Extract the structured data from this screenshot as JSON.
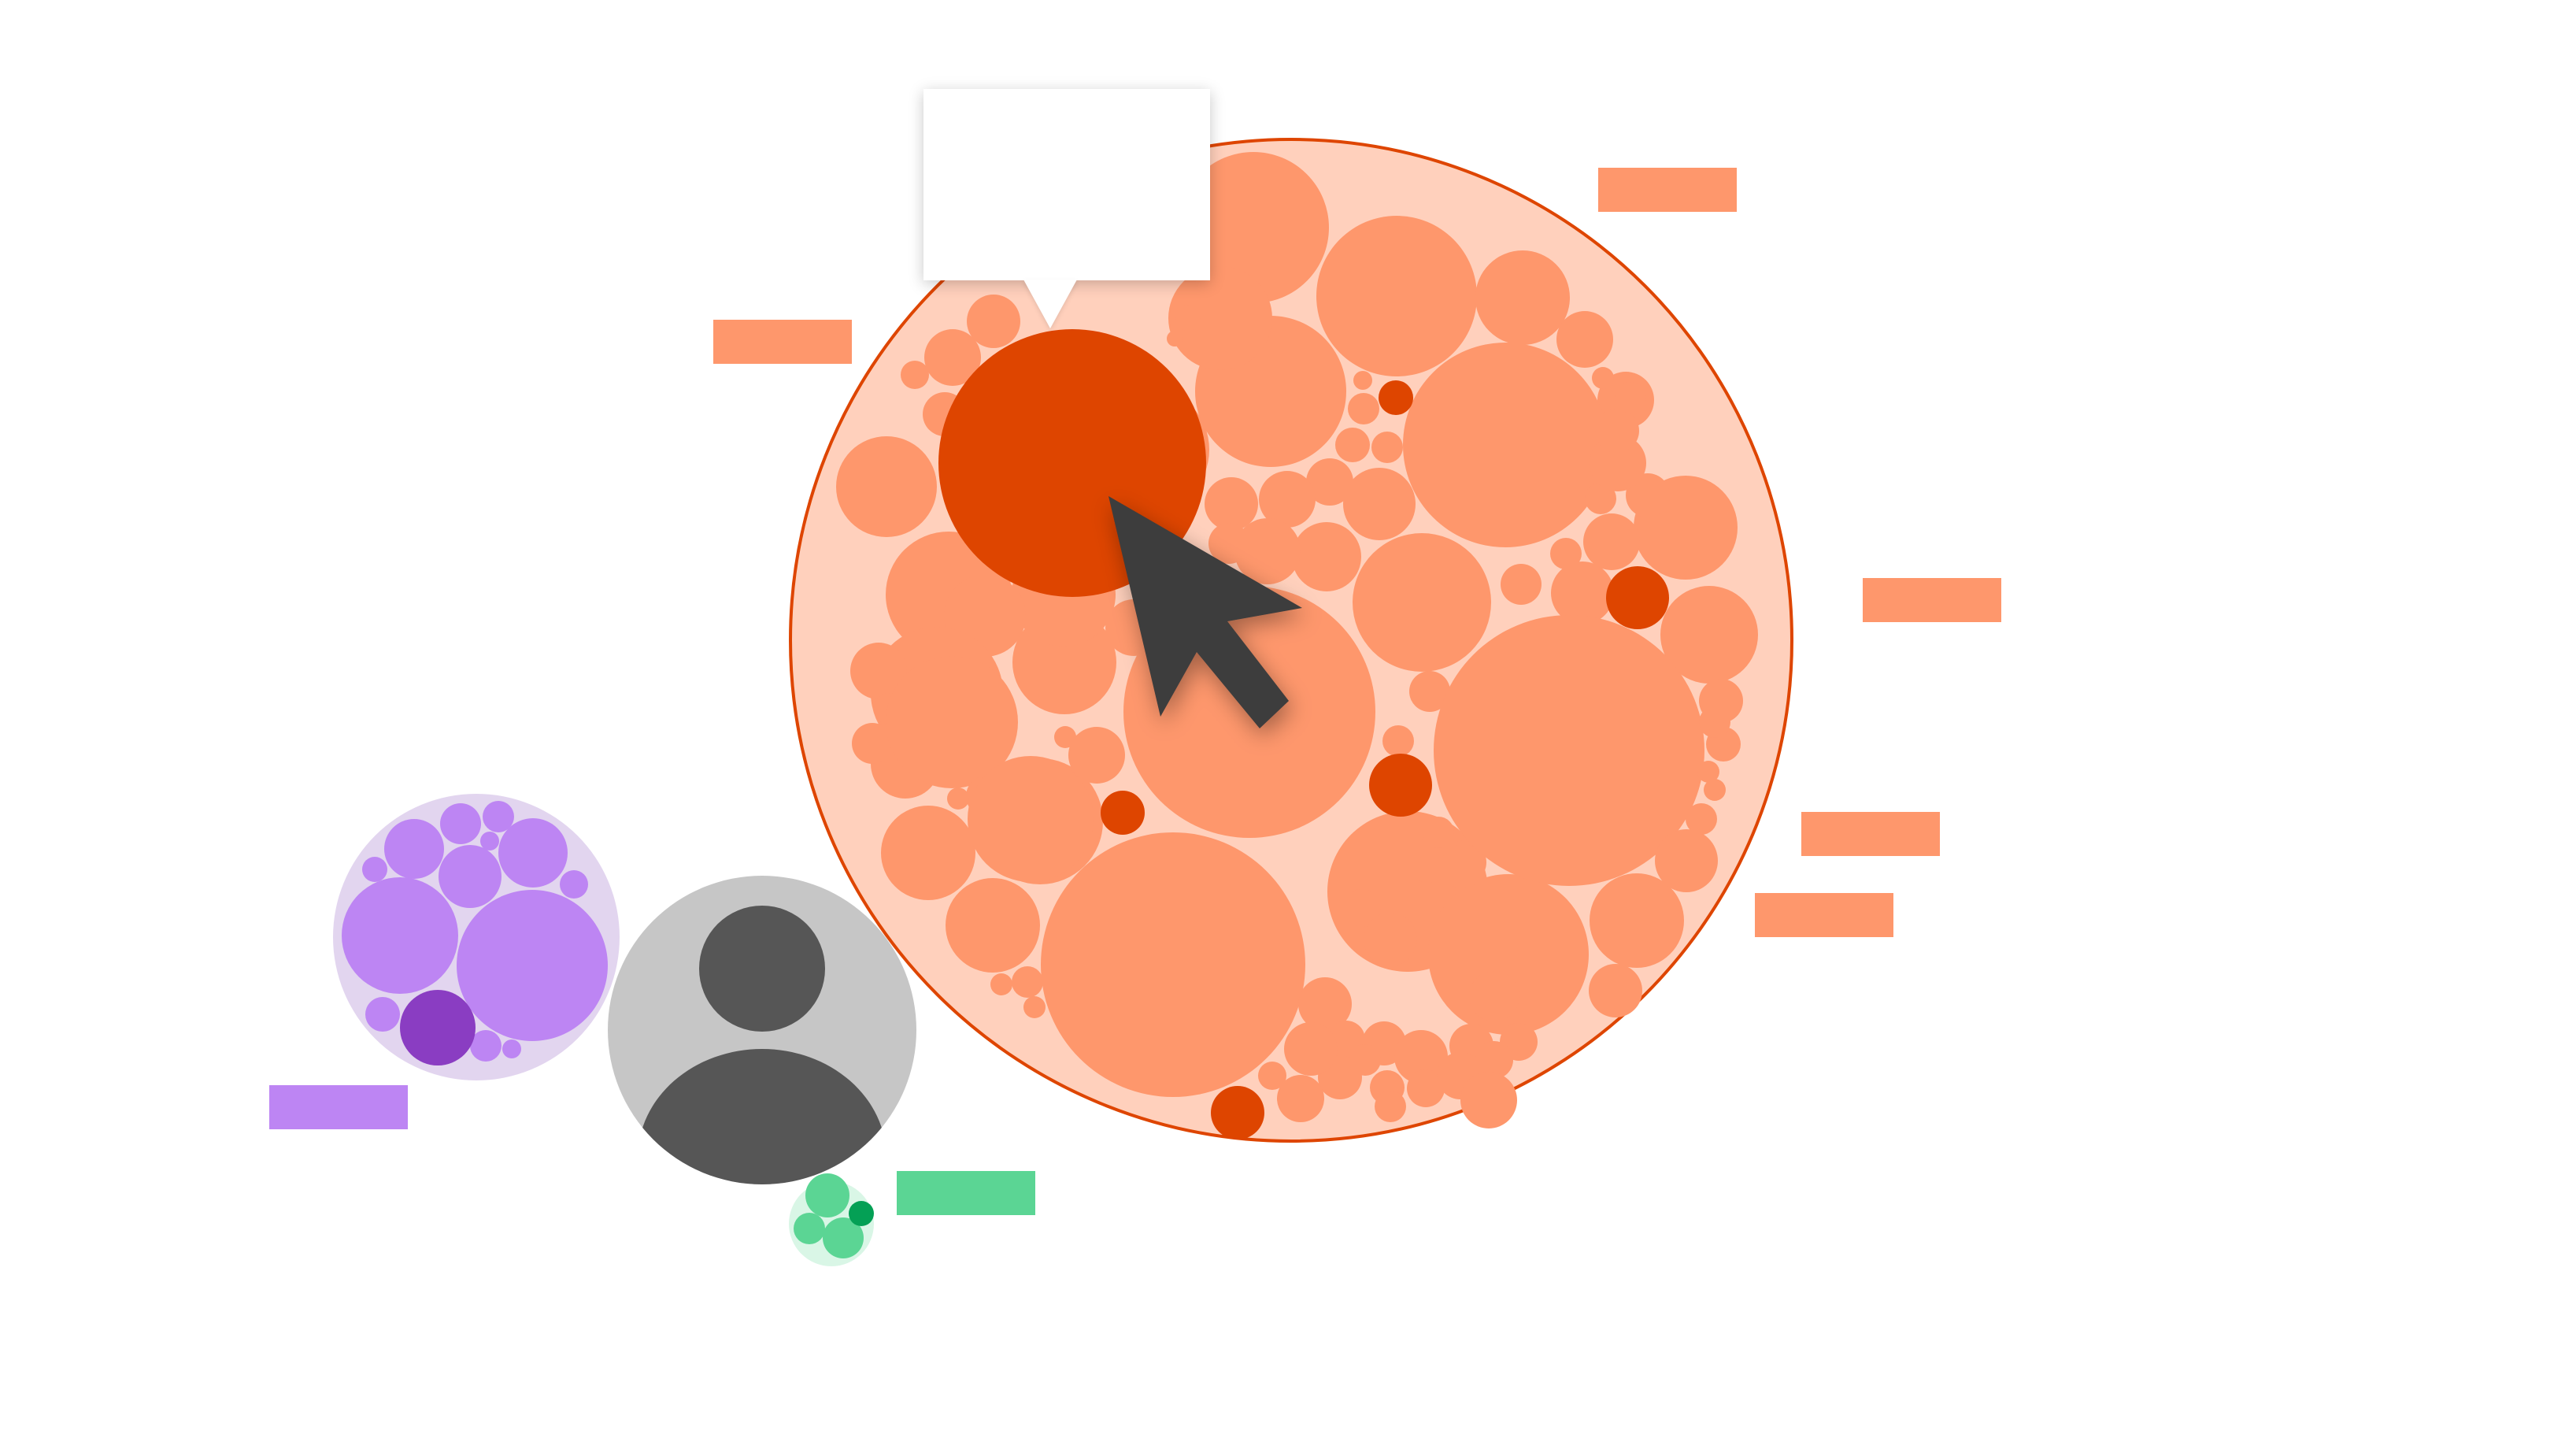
{
  "chart_data": {
    "type": "circle-packing",
    "colors": {
      "orange_group_fill": "#ffd0bc",
      "orange_group_stroke": "#de4500",
      "orange_leaf": "#fe976c",
      "orange_highlight": "#de4500",
      "purple_group_fill": "#e2d5ef",
      "purple_leaf": "#bd85f3",
      "purple_highlight": "#8a3dc2",
      "gray_group_fill": "#c6c6c6",
      "gray_icon": "#565656",
      "green_group_fill": "#d9f6e6",
      "green_leaf": "#5bd594",
      "green_highlight": "#04a055",
      "cursor": "#3c3c3c"
    },
    "groups": [
      {
        "id": "orange",
        "legend_swatches": 5
      },
      {
        "id": "purple",
        "legend_swatches": 1
      },
      {
        "id": "gray",
        "icon": "user-avatar-icon"
      },
      {
        "id": "green",
        "legend_swatches": 1
      }
    ],
    "tooltip": {
      "visible": true,
      "text": ""
    },
    "cursor": "pointer-arrow-icon"
  }
}
